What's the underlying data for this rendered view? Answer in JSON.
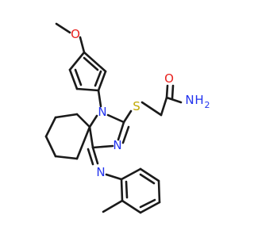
{
  "colors": {
    "bond": "#1a1a1a",
    "carbon": "#1a1a1a",
    "oxygen": "#e8221f",
    "nitrogen": "#2233ee",
    "sulfur": "#bfa800",
    "background": "#ffffff"
  },
  "atom_labels": {
    "O_methoxy": "O",
    "N1": "N",
    "S": "S",
    "O_amide": "O",
    "NH2_N": "N",
    "NH2_H": "H",
    "NH2_sub": "2",
    "N_ring": "N",
    "N_imine": "N"
  }
}
